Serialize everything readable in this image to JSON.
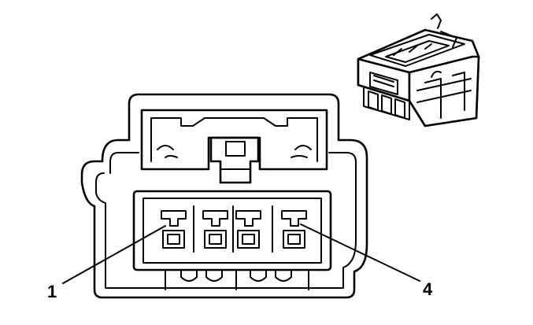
{
  "callouts": [
    {
      "id": "pin-1",
      "label": "1"
    },
    {
      "id": "pin-4",
      "label": "4"
    }
  ]
}
